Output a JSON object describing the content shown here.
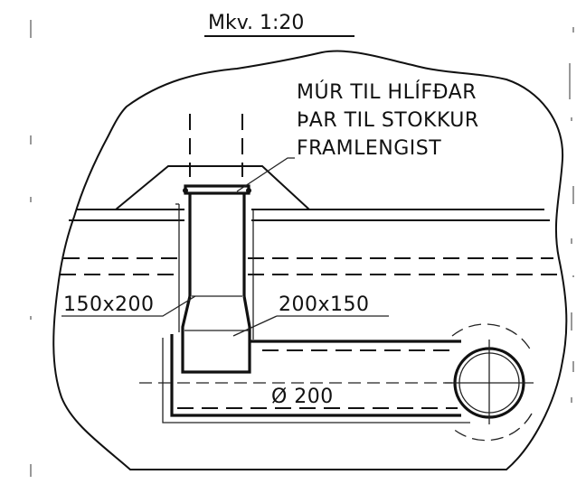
{
  "scale_label": "Mkv. 1:20",
  "annotations": {
    "wall_note": [
      "MÚR TIL HLÍFÐAR",
      "ÞAR TIL STOKKUR",
      "FRAMLENGIST"
    ],
    "duct_left": "150x200",
    "duct_right": "200x150",
    "pipe_diameter": "Ø 200"
  }
}
